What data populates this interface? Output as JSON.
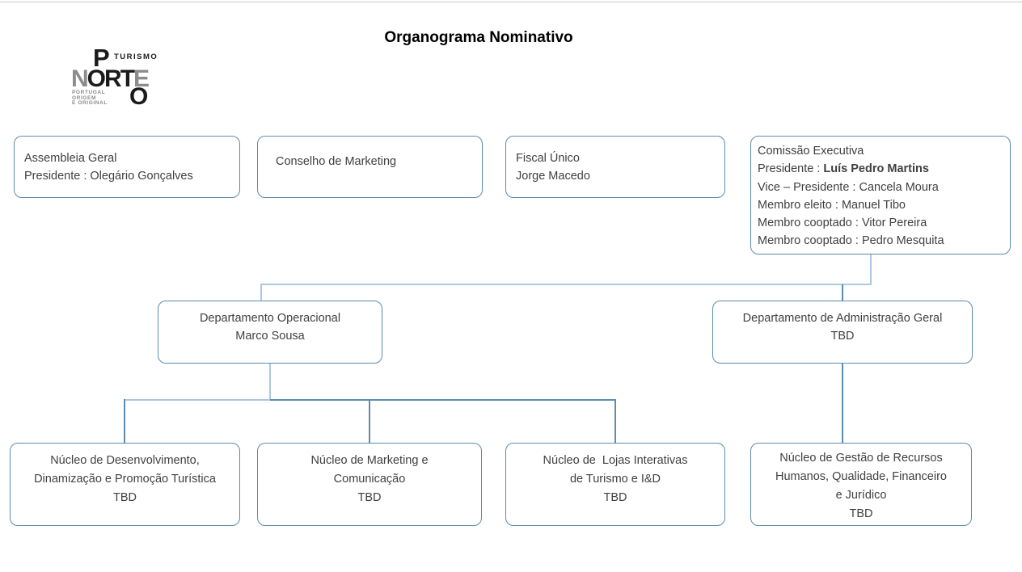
{
  "title": "Organograma Nominativo",
  "colors": {
    "border": "#5E8BAE",
    "connector_light": "#ABC8E2",
    "connector_dark": "#5E8BAE",
    "top_rule": "#C9C9C9",
    "logo_black": "#1B1B1B",
    "logo_gray": "#8C8C8C",
    "text": "#404040"
  },
  "logo": {
    "p": "P",
    "turismo": "TURISMO",
    "norte_letters": [
      "N",
      "O",
      "R",
      "T",
      "E"
    ],
    "bottom_o": "O",
    "tagline": [
      "PORTUGAL",
      "ORIGEM",
      "E ORIGINAL"
    ]
  },
  "nodes": {
    "assembleia": {
      "lines": [
        "Assembleia Geral",
        "Presidente : Olegário Gonçalves"
      ]
    },
    "conselho": {
      "lines": [
        "Conselho de Marketing"
      ]
    },
    "fiscal": {
      "lines": [
        "Fiscal Único",
        "Jorge Macedo"
      ]
    },
    "comissao": {
      "line1": "Comissão Executiva",
      "presidente_label": "Presidente : ",
      "presidente_name": "Luís Pedro Martins",
      "lines_rest": [
        "Vice – Presidente : Cancela Moura",
        "Membro eleito : Manuel Tibo",
        "Membro cooptado : Vitor Pereira",
        "Membro cooptado : Pedro Mesquita"
      ]
    },
    "dep_operacional": {
      "lines": [
        "Departamento Operacional",
        "Marco Sousa"
      ]
    },
    "dep_admin": {
      "lines": [
        "Departamento de Administração Geral",
        "TBD"
      ]
    },
    "nucleo_desenvolvimento": {
      "lines": [
        "Núcleo de Desenvolvimento,",
        "Dinamização e Promoção Turística",
        "TBD"
      ]
    },
    "nucleo_marketing": {
      "lines": [
        "Núcleo de Marketing e",
        "Comunicação",
        "TBD"
      ]
    },
    "nucleo_lojas": {
      "lines": [
        "Núcleo de  Lojas Interativas",
        "de Turismo e I&D",
        "TBD"
      ]
    },
    "nucleo_gestao": {
      "lines": [
        "Núcleo de Gestão de Recursos",
        "Humanos, Qualidade, Financeiro",
        "e Jurídico",
        "TBD"
      ]
    }
  }
}
